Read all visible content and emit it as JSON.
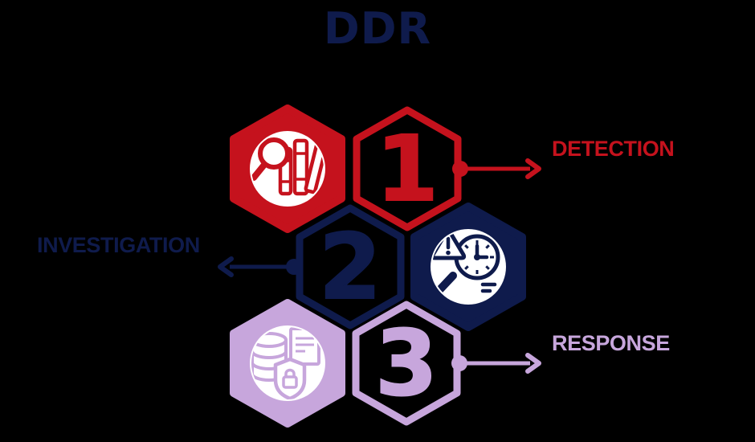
{
  "title": "DDR",
  "colors": {
    "background": "#000000",
    "red": "#C5121D",
    "navy": "#0F1B4C",
    "purple": "#C7A6DC",
    "icon_circle": "#FFFFFF"
  },
  "steps": [
    {
      "number": "1",
      "label": "DETECTION",
      "color": "#C5121D",
      "icon": "magnifier-books-icon",
      "arrow_direction": "right"
    },
    {
      "number": "2",
      "label": "INVESTIGATION",
      "color": "#0F1B4C",
      "icon": "alert-clock-icon",
      "arrow_direction": "left"
    },
    {
      "number": "3",
      "label": "RESPONSE",
      "color": "#C7A6DC",
      "icon": "database-shield-icon",
      "arrow_direction": "right"
    }
  ]
}
